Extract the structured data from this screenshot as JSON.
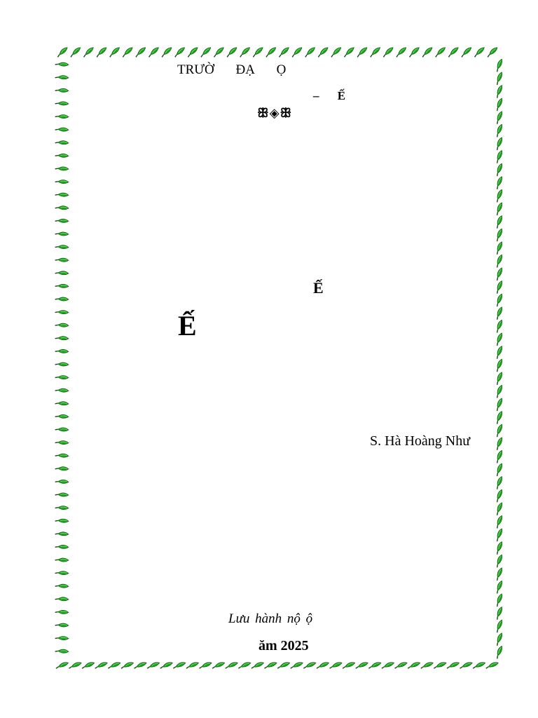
{
  "document": {
    "header_line1": "TRƯỜ ĐẠ Ọ",
    "header_line2": "– Ế",
    "ornament": "ꕥ◈ꕥ",
    "subtitle": "Ế",
    "main_title": "Ế",
    "author": "S. Hà Hoàng Như",
    "circulation": "Lưu hành nộ ộ",
    "year": "ăm 2025"
  },
  "border": {
    "style": "leaf-art",
    "leaf_color": "#1fa31f",
    "leaf_highlight": "#66e066",
    "stem_color": "#0b4f0b"
  }
}
